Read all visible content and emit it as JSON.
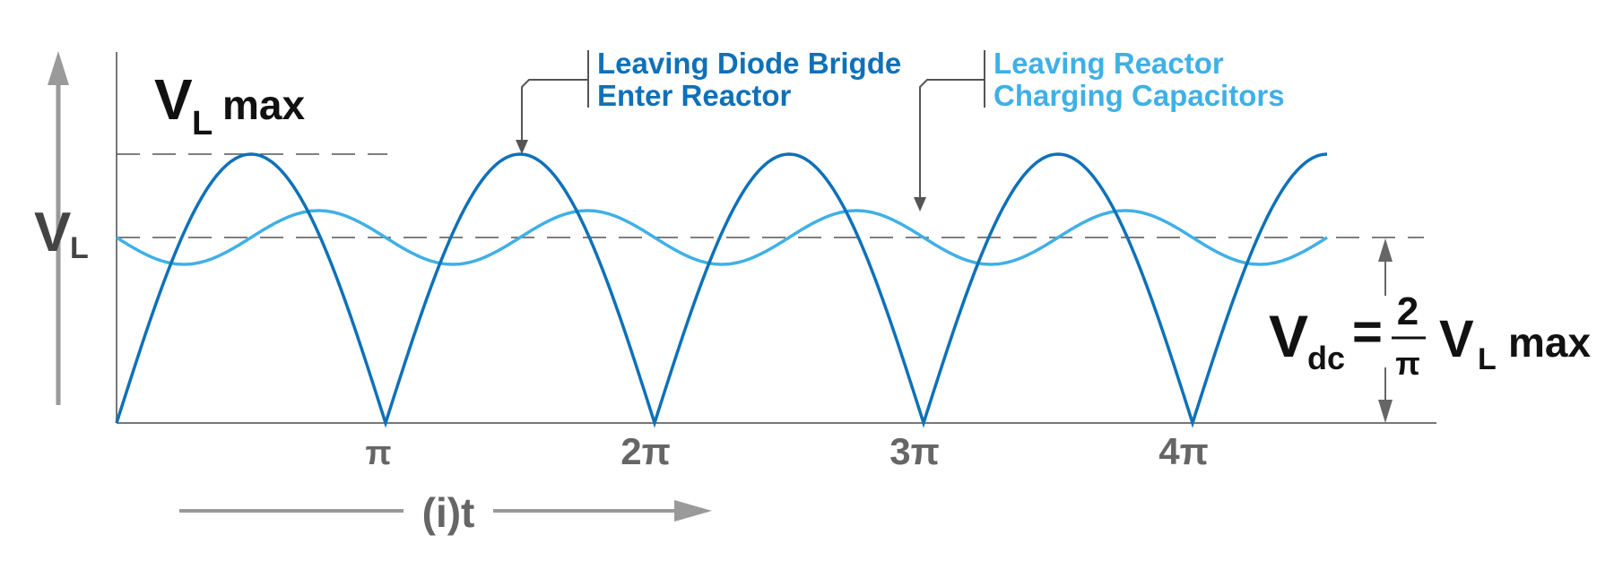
{
  "colors": {
    "rectified": "#0e71b8",
    "filtered": "#3fb0e6",
    "axis": "#9a9a9a",
    "dashed": "#555555",
    "ink": "#111111",
    "tick": "#666666"
  },
  "labels": {
    "vl_max_main": "V",
    "vl_max_sub": "L",
    "vl_max_word": "max",
    "y_axis_main": "V",
    "y_axis_sub": "L",
    "x_axis": "(i)t",
    "callout_1_line1": "Leaving Diode Brigde",
    "callout_1_line2": "Enter Reactor",
    "callout_2_line1": "Leaving Reactor",
    "callout_2_line2": "Charging Capacitors"
  },
  "formula": {
    "lhs_main": "V",
    "lhs_sub": "dc",
    "equals": "=",
    "numerator": "2",
    "denominator": "π",
    "rhs_main": "V",
    "rhs_sub": "L",
    "rhs_word": "max"
  },
  "ticks": [
    "π",
    "2π",
    "3π",
    "4π"
  ],
  "waves": {
    "rectified_half_cycles": 5,
    "ripple_level_fraction": 0.69,
    "ripple_amplitude_fraction": 0.1
  }
}
